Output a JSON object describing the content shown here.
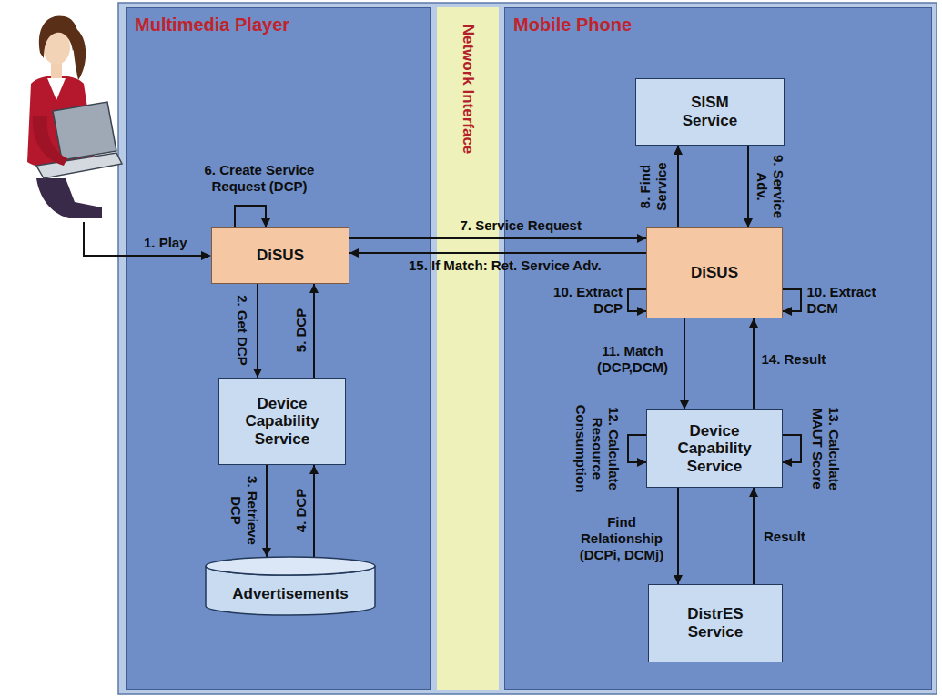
{
  "diagram": {
    "nodes": [
      {
        "text": [
          "Multimedia Player"
        ]
      },
      {
        "text": [
          "DiSUS"
        ],
        "in": 0
      },
      {
        "text": [
          "Device Capability Service"
        ],
        "in": 0
      },
      {
        "text": [
          "Advertisements"
        ],
        "in": 0
      },
      {
        "text": [
          "Network Interface"
        ]
      },
      {
        "text": [
          "Mobile Phone"
        ]
      },
      {
        "text": [
          "SISM Service"
        ],
        "in": 5
      },
      {
        "text": [
          "DiSUS"
        ],
        "in": 5
      },
      {
        "text": [
          "Device Capability Service"
        ],
        "in": 5
      },
      {
        "text": [
          "DistrES Service"
        ],
        "in": 5
      }
    ],
    "edges": [
      {
        "from": 1,
        "to": 2,
        "label": "2. Get DCP",
        "arrow": "to"
      },
      {
        "from": 2,
        "to": 1,
        "label": "5. DCP",
        "arrow": "to"
      },
      {
        "from": 2,
        "to": 3,
        "label": "3. Retrieve DCP",
        "arrow": "to"
      },
      {
        "from": 3,
        "to": 2,
        "label": "4. DCP",
        "arrow": "to"
      },
      {
        "from": 1,
        "to": 1,
        "label": "6. Create Service Request (DCP)",
        "arrow": "to"
      },
      {
        "from": 1,
        "to": 7,
        "label": "7. Service Request",
        "arrow": "to"
      },
      {
        "from": 7,
        "to": 1,
        "label": "15. If Match: Ret. Service Adv.",
        "arrow": "to"
      },
      {
        "from": 7,
        "to": 6,
        "label": "8. Find Service",
        "arrow": "to"
      },
      {
        "from": 6,
        "to": 7,
        "label": "9. Service Adv.",
        "arrow": "to"
      },
      {
        "from": 7,
        "to": 7,
        "label": "10. Extract DCP",
        "arrow": "to"
      },
      {
        "from": 7,
        "to": 7,
        "label": "10. Extract DCM",
        "arrow": "to"
      },
      {
        "from": 7,
        "to": 8,
        "label": "11. Match (DCP,DCM)",
        "arrow": "to"
      },
      {
        "from": 8,
        "to": 7,
        "label": "14. Result",
        "arrow": "to"
      },
      {
        "from": 8,
        "to": 8,
        "label": "12. Calculate Resource Consumption",
        "arrow": "to"
      },
      {
        "from": 8,
        "to": 8,
        "label": "13. Calculate MAUT Score",
        "arrow": "to"
      },
      {
        "from": 8,
        "to": 9,
        "label": "Find Relationship (DCPi, DCMj)",
        "arrow": "to"
      },
      {
        "from": 9,
        "to": 8,
        "label": "Result",
        "arrow": "to"
      }
    ],
    "labels": [
      "1. Play"
    ]
  }
}
